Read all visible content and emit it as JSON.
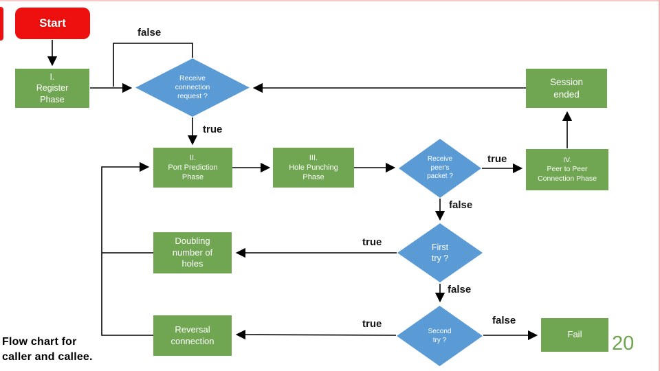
{
  "slide": {
    "caption": "Flow chart for\ncaller and callee.",
    "page_number": "20"
  },
  "colors": {
    "box_green": "#70a651",
    "diamond_blue": "#5b9bd5",
    "start_red": "#ee0f0f",
    "page_number_green": "#6ea44b",
    "arrow_black": "#000000"
  },
  "nodes": {
    "start": "Start",
    "register_phase": "I.\nRegister\nPhase",
    "receive_request": "Receive\nconnection\nrequest ?",
    "session_ended": "Session\nended",
    "port_prediction": "II.\nPort Prediction\nPhase",
    "hole_punching": "III.\nHole Punching\nPhase",
    "receive_packet": "Receive\npeer's\npacket ?",
    "peer_connection": "IV.\nPeer to Peer\nConnection Phase",
    "doubling_holes": "Doubling\nnumber of\nholes",
    "first_try": "First\ntry ?",
    "reversal_connection": "Reversal\nconnection",
    "second_try": "Second\ntry ?",
    "fail": "Fail"
  },
  "edge_labels": {
    "receive_request_false": "false",
    "receive_request_true": "true",
    "receive_packet_true": "true",
    "receive_packet_false": "false",
    "first_try_true": "true",
    "first_try_false": "false",
    "second_try_true": "true",
    "second_try_false": "false"
  }
}
